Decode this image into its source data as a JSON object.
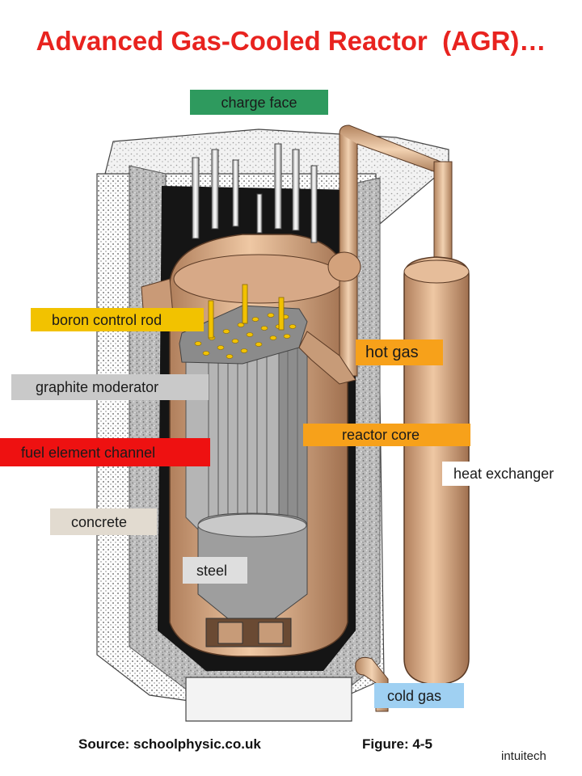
{
  "title": "Advanced Gas-Cooled Reactor  (AGR)…",
  "labels": {
    "charge_face": "charge face",
    "boron_control_rod": "boron control rod",
    "graphite_moderator": "graphite moderator",
    "fuel_element_channel": "fuel element channel",
    "concrete": "concrete",
    "steel": "steel",
    "hot_gas": "hot gas",
    "reactor_core": "reactor core",
    "heat_exchanger": "heat exchanger",
    "cold_gas": "cold gas"
  },
  "footer": {
    "source": "Source: schoolphysic.co.uk",
    "figure": "Figure: 4-5",
    "credit": "intuitech"
  },
  "colors": {
    "title": "#e8231f",
    "charge_face": "#2e9a5e",
    "boron_control_rod": "#f2c200",
    "graphite_moderator": "#c9c9c9",
    "fuel_element_channel": "#ee1111",
    "concrete": "#e2dbd0",
    "steel": "#dedede",
    "hot_gas": "#f7a11a",
    "reactor_core": "#f7a11a",
    "heat_exchanger": "#ffffff",
    "cold_gas": "#9fd0f2"
  }
}
